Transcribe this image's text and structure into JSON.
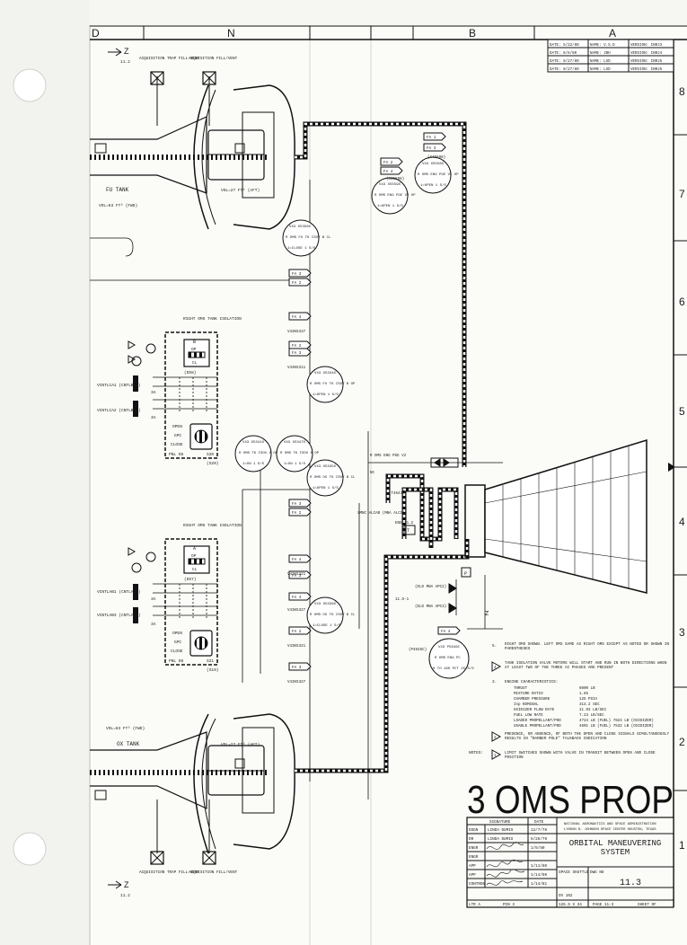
{
  "grid": {
    "top_letters": [
      "D",
      "N",
      "B",
      "A"
    ],
    "right_numbers": [
      "8",
      "7",
      "6",
      "5",
      "4",
      "3",
      "2",
      "1"
    ]
  },
  "revisions": [
    {
      "date": "DATE: 5/22/80",
      "name": "NAME: V.S.D",
      "version": "VERSION: INRJ3"
    },
    {
      "date": "DATE: 8/6/80",
      "name": "NAME: JBH",
      "version": "VERSION: INRJ4"
    },
    {
      "date": "DATE: 8/27/80",
      "name": "NAME: LSD",
      "version": "VERSION: INRJ5"
    },
    {
      "date": "DATE: 8/27/80",
      "name": "NAME: LSD",
      "version": "VERSION: INRJ6"
    }
  ],
  "fu_tank": {
    "label": "FU TANK",
    "vol_fwd": "VOL=63 FT³ (FWD)",
    "vol_aft": "VOL=27 FT³ (AFT)",
    "zone_ref": "11.2",
    "vent_trap": "ACQUISITION TRAP FILL VENT",
    "vent_fill": "ACQUISITION FILL/VENT"
  },
  "ox_tank": {
    "label": "OX TANK",
    "vol_fwd": "VOL=63 FT³ (FWD)",
    "vol_aft": "VOL=27 FT³ (AFT)",
    "zone_ref": "11.2",
    "vent_trap": "ACQUISITION TRAP FILL VENT",
    "vent_fill": "ACQUISITION FILL/VENT"
  },
  "isolation_upper": {
    "title": "RIGHT OMS TANK ISOLATION",
    "designator": "B",
    "op": "OP",
    "cl": "CL",
    "ds": "(DS8)",
    "open": "OPEN",
    "gpc": "GPC",
    "close": "CLOSE",
    "panel": "PNL O8",
    "switch": "S20",
    "ref": "(S20)",
    "vcntl_1": "VCNTLCA1 (CNTLBC1)",
    "vcntl_2": "VCNTLCA2 (CNTLBC2)",
    "amp_1": "3A",
    "amp_2": "3A"
  },
  "isolation_lower": {
    "title": "RIGHT OMS TANK ISOLATION",
    "designator": "A",
    "op": "OP",
    "cl": "CL",
    "ds": "(DS7)",
    "open": "OPEN",
    "gpc": "GPC",
    "close": "CLOSE",
    "panel": "PNL O8",
    "switch": "S21",
    "ref": "(S19)",
    "vcntl_1": "VCNTLAB1 (CNTLAB1)",
    "vcntl_2": "VCNTLAB3 (CNTLAB2)",
    "amp_1": "3A",
    "amp_2": "3A"
  },
  "valves": {
    "fu_b": {
      "id": "V43 X5356X",
      "name": "R OMS FU TK ISOV B CL",
      "pos": "1=CLOSE 1 S/S"
    },
    "fu_a": {
      "id": "V43 X5334X",
      "name": "R OMS FU TK ISOV B OP",
      "pos": "1=OPEN 1 S/S"
    },
    "ox_a": {
      "id": "V43 X5335X",
      "name": "R OMS OX TK ISOV B CL",
      "pos": "1=OPEN 1 S/S"
    },
    "ox_b": {
      "id": "V43 X5336X",
      "name": "R OMS OX TK ISOV B CL",
      "pos": "1=CLOSE 1 S/S"
    },
    "tk_a": {
      "id": "V43 X5341X",
      "name": "R OMS TK ISOV A OP",
      "pos": "1=ON 1 S/S"
    },
    "tk_b": {
      "id": "V43 X5347X",
      "name": "R OMS TK ISOV A OP",
      "pos": "1=ON 1 S/S"
    },
    "eng_v1": {
      "id": "V43 X5558X",
      "name": "R OMS ENG PGE V1 OP",
      "pos": "1=OPEN 1 S/S"
    },
    "eng_v2": {
      "id": "V43 X5559X",
      "name": "R OMS ENG PGE V2 OP",
      "pos": "1=OPEN 1 S/S"
    },
    "eng_pc": {
      "id": "V43 P5646C",
      "name": "R OMS ENG PC",
      "pos": "0 TO 160 PCT 25 S/S"
    }
  },
  "fa_labels": [
    "FA 1",
    "FA 3",
    "FA 2",
    "FA 4",
    "FA 3",
    "FA 2",
    "FA 4",
    "FA 2",
    "FA 3",
    "FA 3",
    "FA 2",
    "FA 4",
    "FA 3",
    "FA 4",
    "FA 2",
    "FA 3",
    "FA 4"
  ],
  "msid_refs": [
    "(X45598)",
    "(X45596)",
    "(T46436)",
    "(P4646C)",
    "V43K5337",
    "V43K5311",
    "V43K5321",
    "V43K5327",
    "V43K5321",
    "V43K5327"
  ],
  "engine": {
    "purge_label": "R OMS ENG PGE V2",
    "mnc": "VMNC ALCAB (MNA ALCS)",
    "eng_temp": "ENG 11.2",
    "ref": "11.5-1",
    "apc_labels": [
      "(ELD MNA APC2)",
      "(ELD MNA APC3)"
    ],
    "nc": "NC",
    "t": "T",
    "p": "P",
    "z": "Z"
  },
  "notes": {
    "header": "NOTES:",
    "items": [
      {
        "n": "1.",
        "text": "LIMIT SWITCHES SHOWN WITH VALVE IN TRANSIT BETWEEN OPEN AND CLOSE POSITION"
      },
      {
        "n": "2.",
        "text": "PRESENCE, OR ABSENCE, OF BOTH THE OPEN AND CLOSE SIGNALS SIMULTANEOUSLY RESULTS IN \"BARBER POLE\" TALKBACK INDICATION"
      },
      {
        "n": "3.",
        "text": "ENGINE CHARACTERISTICS:"
      },
      {
        "n": "4.",
        "text": "TANK ISOLATION VALVE MOTORS WILL START AND RUN IN BOTH DIRECTIONS WHEN AT LEAST TWO OF THE THREE AC PHASES ARE PRESENT"
      },
      {
        "n": "5.",
        "text": "RIGHT OMS SHOWN. LEFT OMS SAME AS RIGHT OMS EXCEPT AS NOTED OR SHOWN IN PARENTHESES"
      }
    ],
    "engine_specs": [
      {
        "k": "THRUST",
        "v": "6000 LB"
      },
      {
        "k": "MIXTURE RATIO",
        "v": "1.65"
      },
      {
        "k": "CHAMBER PRESSURE",
        "v": "125 PSIA"
      },
      {
        "k": "Isp NOMINAL",
        "v": "313.2 SEC"
      },
      {
        "k": "OXIDIZER FLOW RATE",
        "v": "11.93 LB/SEC"
      },
      {
        "k": "FUEL LOW RATE",
        "v": "7.23 LB/SEC"
      },
      {
        "k": "LOADED PROPELLANT/POD",
        "v": "4734 LB (FUEL) 7824 LB (OXIDIZER)"
      },
      {
        "k": "USABLE PROPELLANT/POD",
        "v": "4601 LB (FUEL) 7532 LB (OXIDIZER)"
      }
    ]
  },
  "big_title": "3 OMS PROP",
  "title_block": {
    "signature_hdr": "SIGNATURE",
    "date_hdr": "DATE",
    "rows": [
      {
        "role": "DSGN",
        "name": "LINDA DUMIS",
        "date": "12/7/78"
      },
      {
        "role": "DR",
        "name": "LINDA DUMIS",
        "date": "6/26/79"
      },
      {
        "role": "ENGR",
        "name": "",
        "date": "1/6/80"
      },
      {
        "role": "ENGR",
        "name": "",
        "date": ""
      },
      {
        "role": "APP",
        "name": "",
        "date": "1/11/80"
      },
      {
        "role": "APP",
        "name": "",
        "date": "1/14/80"
      },
      {
        "role": "CONTRON",
        "name": "",
        "date": "1/14/81"
      }
    ],
    "agency": "NATIONAL AERONAUTICS AND SPACE ADMINISTRATION",
    "center": "LYNDON B. JOHNSON SPACE CENTER HOUSTON, TEXAS",
    "system": "ORBITAL MANEUVERING SYSTEM",
    "space_shuttle": "SPACE SHUTTLE",
    "dwg_no_label": "DWG NO",
    "dwg_no": "11.3",
    "vehicle": "OV 102",
    "ltr": "LTR A",
    "pcn": "PCN 3",
    "scale": "126.5 X 34",
    "page": "PAGE 11-3",
    "sheet": "SHEET OF"
  }
}
